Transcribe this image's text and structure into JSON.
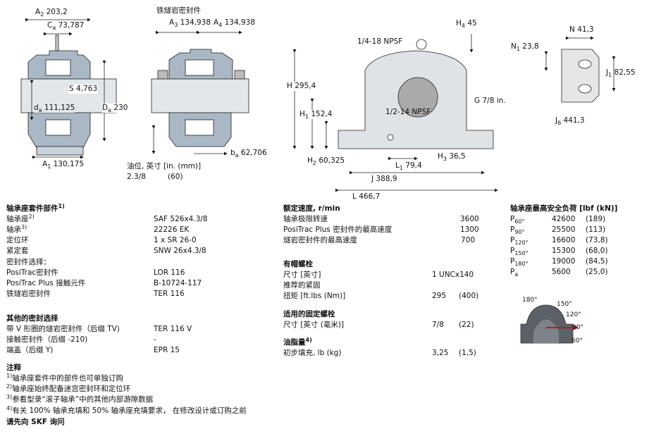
{
  "drawings": {
    "left": {
      "A2": {
        "sym": "A",
        "sub": "2",
        "val": "203,2"
      },
      "Ca": {
        "sym": "C",
        "sub": "a",
        "val": "73,787"
      },
      "S": {
        "sym": "S",
        "sub": "",
        "val": "4,763"
      },
      "da": {
        "sym": "d",
        "sub": "a",
        "val": "111,125"
      },
      "Da": {
        "sym": "D",
        "sub": "a",
        "val": "230"
      },
      "A1": {
        "sym": "A",
        "sub": "1",
        "val": "130,175"
      }
    },
    "seal": {
      "title": "铁燧岩密封件",
      "A3": {
        "sym": "A",
        "sub": "3",
        "val": "134,938"
      },
      "A4": {
        "sym": "A",
        "sub": "4",
        "val": "134,938"
      },
      "ba": {
        "sym": "b",
        "sub": "a",
        "val": "62,706"
      },
      "oil_label": "油位, 英寸 [in. (mm)]",
      "oil_in": "2.3/8",
      "oil_mm": "(60)"
    },
    "front": {
      "H4": {
        "sym": "H",
        "sub": "4",
        "val": "45"
      },
      "npsf_top": "1/4-18 NPSF",
      "H": {
        "sym": "H",
        "sub": "",
        "val": "295,4"
      },
      "G": {
        "sym": "G",
        "sub": "",
        "val": "7/8 in."
      },
      "H1": {
        "sym": "H",
        "sub": "1",
        "val": "152,4"
      },
      "npsf_bottom": "1/2-14 NPSF",
      "H2": {
        "sym": "H",
        "sub": "2",
        "val": "60,325"
      },
      "H3": {
        "sym": "H",
        "sub": "3",
        "val": "36,5"
      },
      "L1": {
        "sym": "L",
        "sub": "1",
        "val": "79,4"
      },
      "J": {
        "sym": "J",
        "sub": "",
        "val": "388,9"
      },
      "L": {
        "sym": "L",
        "sub": "",
        "val": "466,7"
      }
    },
    "foot": {
      "N": {
        "sym": "N",
        "sub": "",
        "val": "41,3"
      },
      "N1": {
        "sym": "N",
        "sub": "1",
        "val": "23,8"
      },
      "J1": {
        "sym": "J",
        "sub": "1",
        "val": "82,55"
      },
      "J6": {
        "sym": "J",
        "sub": "6",
        "val": "441,3"
      }
    }
  },
  "components": {
    "heading": "轴承座套件部件",
    "heading_note": "1)",
    "rows": [
      {
        "label": "轴承座",
        "note": "2)",
        "value": "SAF 526x4.3/8"
      },
      {
        "label": "轴承",
        "note": "3)",
        "value": "22226 EK"
      },
      {
        "label": "定位环",
        "note": "",
        "value": "1 x SR 26-0"
      },
      {
        "label": "紧定套",
        "note": "",
        "value": "SNW 26x4.3/8"
      }
    ],
    "seal_heading": "密封件选择：",
    "seal_rows": [
      {
        "label": "PosiTrac密封件",
        "value": "LOR 116"
      },
      {
        "label": "PosiTrac Plus 接触元件",
        "value": "B-10724-117"
      },
      {
        "label": "铁燧岩密封件",
        "value": "TER 116"
      }
    ],
    "other_heading": "其他的密封选择",
    "other_rows": [
      {
        "label": "带 V 形圈的燧岩密封件（后缀 TV)",
        "value": "TER 116 V"
      },
      {
        "label": "接触密封件（后缀 -210)",
        "value": "-"
      },
      {
        "label": "端盖（后缀 Y)",
        "value": "EPR 15"
      }
    ]
  },
  "notes": {
    "heading": "注释",
    "items": [
      {
        "n": "1)",
        "text": "轴承座套件中的部件也可单独订购"
      },
      {
        "n": "2)",
        "text": "轴承座始终配备迷宫密封环和定位环"
      },
      {
        "n": "3)",
        "text": "参看型录“滚子轴承”中的其他内部游隙数据"
      },
      {
        "n": "4)",
        "text": "有关 100% 轴承充填和 50% 轴承座充填要求， 在修改设计或订购之前"
      }
    ],
    "footer": "请先向 SKF 询问"
  },
  "speed": {
    "heading": "额定速度, r/min",
    "rows": [
      {
        "label": "轴承极限转速",
        "value": "3600"
      },
      {
        "label": "PosiTrac Plus 密封件的最高速度",
        "value": "1300"
      },
      {
        "label": "燧岩密封件的最高速度",
        "value": "700"
      }
    ]
  },
  "cap_bolts": {
    "heading": "有帽螺栓",
    "size_label": "尺寸 [英寸]",
    "size_value": "1 UNCx140",
    "torque_label1": "推荐的紧固",
    "torque_label2": "扭矩 [ft.lbs (Nm)]",
    "torque_value": "295",
    "torque_value_nm": "(400)"
  },
  "fix_bolts": {
    "heading": "适用的固定螺栓",
    "size_label": "尺寸 [英寸 (毫米)]",
    "size_value": "7/8",
    "size_value_mm": "(22)"
  },
  "grease": {
    "heading": "油脂量",
    "note": "4)",
    "label": "初步填充, lb (kg)",
    "value": "3,25",
    "value_kg": "(1,5)"
  },
  "loads": {
    "heading": "轴承座最高安全负荷 [lbf (kN)]",
    "rows": [
      {
        "sym": "P",
        "sub": "60°",
        "lbf": "42600",
        "kn": "(189)"
      },
      {
        "sym": "P",
        "sub": "90°",
        "lbf": "25500",
        "kn": "(113)"
      },
      {
        "sym": "P",
        "sub": "120°",
        "lbf": "16600",
        "kn": "(73,8)"
      },
      {
        "sym": "P",
        "sub": "150°",
        "lbf": "15300",
        "kn": "(68,0)"
      },
      {
        "sym": "P",
        "sub": "180°",
        "lbf": "19000",
        "kn": "(84,5)"
      },
      {
        "sym": "P",
        "sub": "a",
        "lbf": "5600",
        "kn": "(25,0)"
      }
    ],
    "angles": [
      "180°",
      "150°",
      "120°",
      "90°",
      "60°"
    ]
  }
}
